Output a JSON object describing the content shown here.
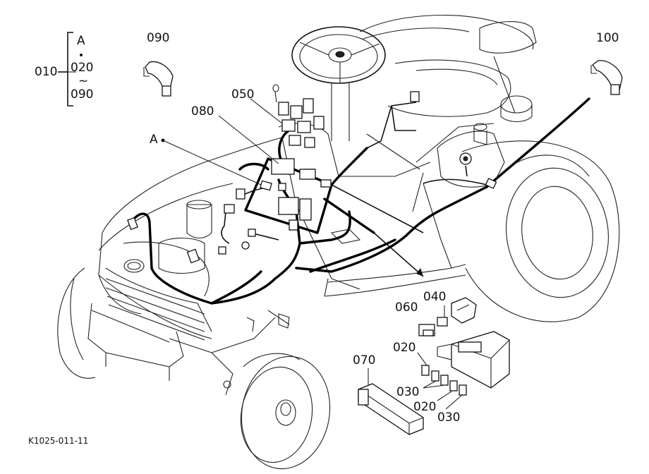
{
  "labels": {
    "l010": "010",
    "lA1": "A",
    "l020a": "020",
    "ltilde": "~",
    "l090a": "090",
    "l090b": "090",
    "l050": "050",
    "l080": "080",
    "lA2": "A",
    "l100": "100",
    "l060": "060",
    "l040": "040",
    "l020b": "020",
    "l070": "070",
    "l030a": "030",
    "l020c": "020",
    "l030b": "030"
  },
  "footer": {
    "code": "K1025-011-11"
  }
}
